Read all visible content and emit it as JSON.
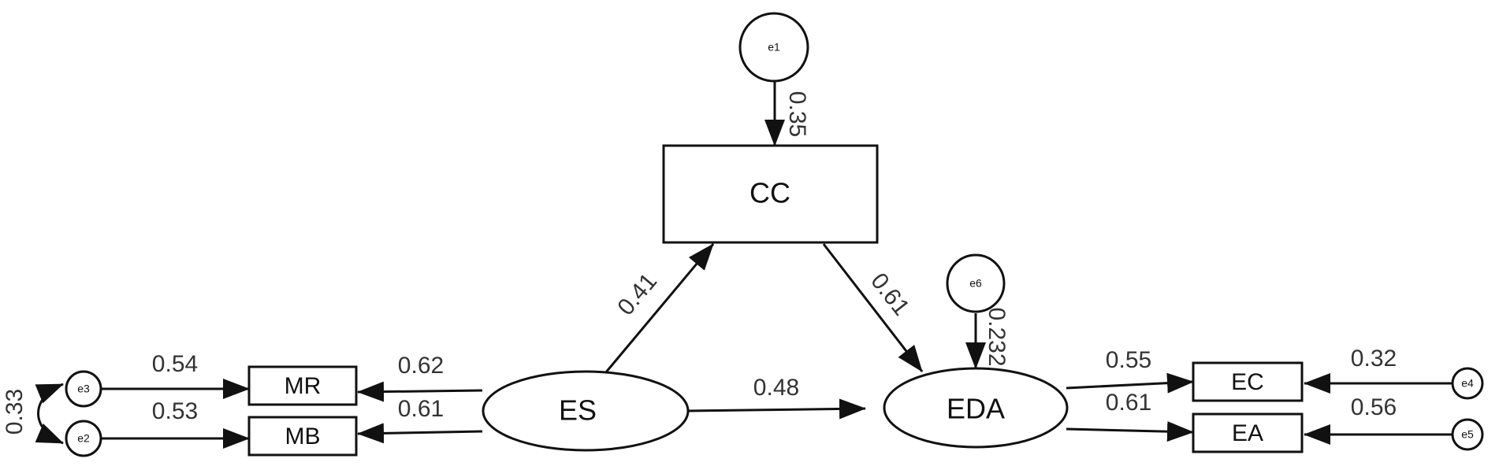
{
  "nodes": {
    "cc": "CC",
    "es": "ES",
    "eda": "EDA",
    "mr": "MR",
    "mb": "MB",
    "ec": "EC",
    "ea": "EA",
    "e1": "e1",
    "e2": "e2",
    "e3": "e3",
    "e4": "e4",
    "e5": "e5",
    "e6": "e6"
  },
  "paths": {
    "e1_cc": "0.35",
    "es_cc": "0.41",
    "cc_eda": "0.61",
    "e6_eda": "0.232",
    "es_eda": "0.48",
    "es_mr": "0.62",
    "es_mb": "0.61",
    "e3_mr": "0.54",
    "e2_mb": "0.53",
    "e2_e3_cov": "0.33",
    "eda_ec": "0.55",
    "eda_ea": "0.61",
    "e4_ec": "0.32",
    "e5_ea": "0.56"
  }
}
